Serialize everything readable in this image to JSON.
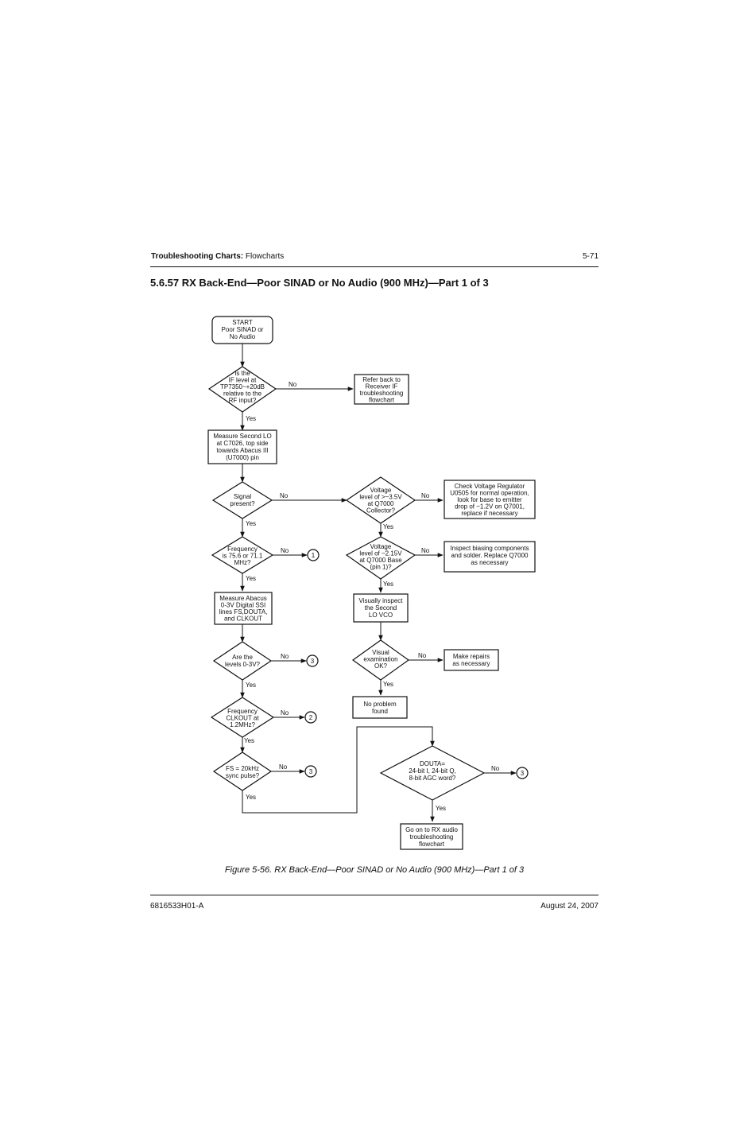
{
  "header": {
    "section_bold": "Troubleshooting Charts:",
    "section_rest": " Flowcharts",
    "page_number": "5-71"
  },
  "title": "5.6.57  RX Back-End—Poor SINAD or No Audio (900 MHz)—Part 1 of 3",
  "caption": "Figure 5-56.  RX Back-End—Poor SINAD or No Audio (900 MHz)—Part 1 of 3",
  "footer": {
    "doc_number": "6816533H01-A",
    "date": "August 24, 2007"
  },
  "flowchart": {
    "start": [
      "START",
      "Poor SINAD or",
      "No Audio"
    ],
    "d_if_level": [
      "Is the",
      "IF level at",
      "TP7350~+20dB",
      "relative to the",
      "RF input?"
    ],
    "b_refer_if": [
      "Refer back to",
      "Receiver IF",
      "troubleshooting",
      "flowchart"
    ],
    "b_measure_lo": [
      "Measure Second LO",
      "at C7026, top side",
      "towards Abacus III",
      "(U7000) pin"
    ],
    "d_signal": [
      "Signal",
      "present?"
    ],
    "d_volt_collector": [
      "Voltage",
      "level of >~3.5V",
      "at Q7000",
      "Collector?"
    ],
    "b_check_regulator": [
      "Check Voltage Regulator",
      "U0505 for normal operation,",
      "look for base to emitter",
      "drop of ~1.2V on Q7001,",
      "replace if necessary"
    ],
    "d_frequency": [
      "Frequency",
      "is 75.6 or 71.1",
      "MHz?"
    ],
    "d_volt_base": [
      "Voltage",
      "level of ~2.15V",
      "at Q7000 Base",
      "(pin 1)?"
    ],
    "b_inspect_biasing": [
      "Inspect biasing components",
      "and solder. Replace Q7000",
      "as necessary"
    ],
    "b_measure_abacus": [
      "Measure Abacus",
      "0-3V Digital SSI",
      "lines FS,DOUTA,",
      "and CLKOUT"
    ],
    "b_visual_inspect": [
      "Visually inspect",
      "the Second",
      "LO VCO"
    ],
    "d_levels": [
      "Are the",
      "levels 0-3V?"
    ],
    "d_visual_exam": [
      "Visual",
      "examination",
      "OK?"
    ],
    "b_make_repairs": [
      "Make repairs",
      "as necessary"
    ],
    "b_no_problem": [
      "No problem",
      "found"
    ],
    "d_clkout": [
      "Frequency",
      "CLKOUT at",
      "1.2MHz?"
    ],
    "d_fs": [
      "FS = 20kHz",
      "sync pulse?"
    ],
    "d_douta": [
      "DOUTA=",
      "24-bit I, 24-bit Q,",
      "8-bit AGC word?"
    ],
    "b_go_on": [
      "Go on to RX audio",
      "troubleshooting",
      "flowchart"
    ],
    "label_yes": "Yes",
    "label_no": "No",
    "connector_1": "1",
    "connector_2": "2",
    "connector_3": "3"
  }
}
